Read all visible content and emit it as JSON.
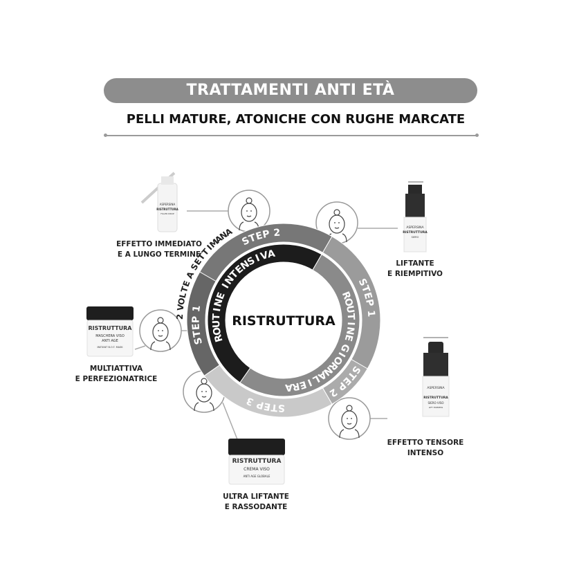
{
  "header": {
    "title": "TRATTAMENTI ANTI ETÀ",
    "subtitle": "PELLI MATURE, ATONICHE CON RUGHE MARCATE"
  },
  "diagram": {
    "center": "RISTRUTTURA",
    "inner_ring": [
      {
        "label": "ROUTINE INTENSIVA",
        "color": "#1c1c1c"
      },
      {
        "label": "ROUTINE GIORNALIERA",
        "color": "#8a8a8a"
      }
    ],
    "outer_ring": [
      {
        "label": "STEP 1",
        "color": "#666666"
      },
      {
        "label": "STEP 2",
        "color": "#777777"
      },
      {
        "label": "STEP 1",
        "color": "#9b9b9b"
      },
      {
        "label": "STEP 2",
        "color": "#ababab"
      },
      {
        "label": "STEP 3",
        "color": "#c9c9c9"
      }
    ],
    "frequency": "2 VOLTE A SETTIMANA"
  },
  "products": [
    {
      "caption_1": "EFFETTO IMMEDIATO",
      "caption_2": "E A LUNGO TERMINE",
      "brand": "ASPERSINA",
      "name": "RISTRUTTURA",
      "type": "FILLER DROP"
    },
    {
      "caption_1": "LIFTANTE",
      "caption_2": "E RIEMPITIVO",
      "brand": "ASPERSINA",
      "name": "RISTRUTTURA",
      "type": "SIERO"
    },
    {
      "caption_1": "MULTIATTIVA",
      "caption_2": "E PERFEZIONATRICE",
      "name": "RISTRUTTURA",
      "type": "MASCHERA VISO",
      "type_2": "ANTI AGE",
      "sub": "INSTANT B.O.T. MASK"
    },
    {
      "caption_1": "EFFETTO TENSORE",
      "caption_2": "INTENSO",
      "brand": "ASPERSINA",
      "name": "RISTRUTTURA",
      "type": "SIERO VISO",
      "sub": "LIFT EXPRESS"
    },
    {
      "caption_1": "ULTRA LIFTANTE",
      "caption_2": "E RASSODANTE",
      "name": "RISTRUTTURA",
      "type": "CREMA VISO",
      "sub": "ANTI AGE GLOBALE"
    }
  ]
}
